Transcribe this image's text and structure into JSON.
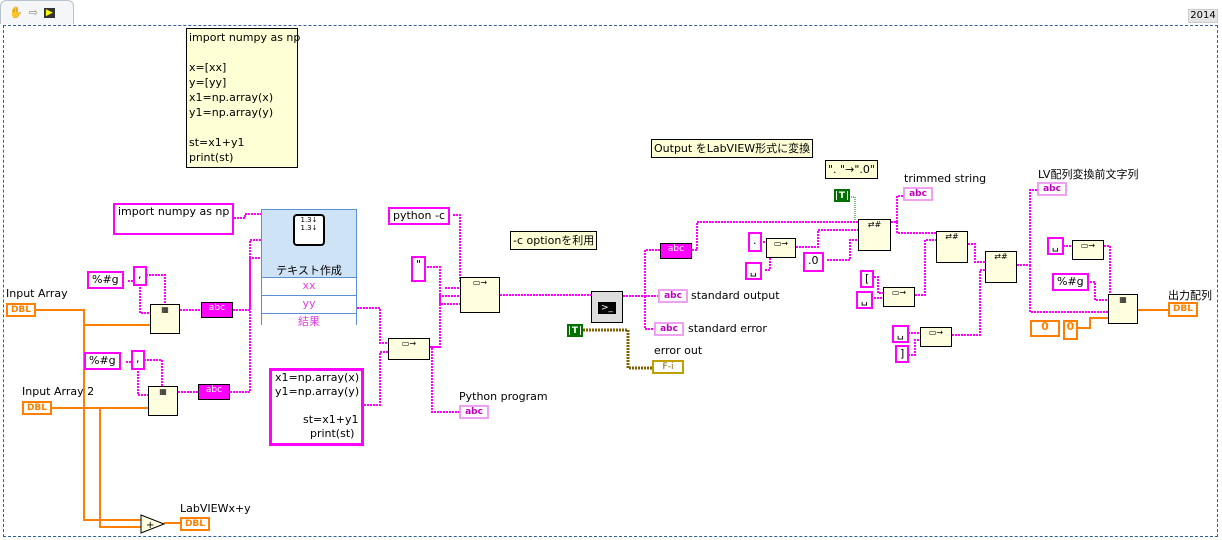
{
  "toolbar": {
    "icons": [
      "hand-icon",
      "arrow-icon",
      "vi-icon"
    ],
    "version": "2014"
  },
  "comments": {
    "python_code": "import numpy as np\n\nx=[xx]\ny=[yy]\nx1=np.array(x)\ny1=np.array(y)\n\nst=x1+y1\nprint(st)",
    "convert_output": "Output をLabVIEW形式に変換",
    "replace_note": "\". \"→\".0\"",
    "c_option": "-c optionを利用"
  },
  "constants": {
    "import_line": "import numpy as np",
    "format1": "%#g",
    "sep1": ",",
    "format2": "%#g",
    "sep2": ",",
    "python_c": "python -c",
    "quote": "\"",
    "code_tail": "x1=np.array(x)\ny1=np.array(y)\n\n        st=x1+y1\n          print(st)",
    "dot": ".",
    "space": "␣",
    "dot_zero": ".0",
    "bracket_open": "[",
    "bracket_close": "]",
    "format3": "%#g",
    "true": "T",
    "zero": "0"
  },
  "express_vi": {
    "title": "テキスト作成",
    "inputs": [
      "xx",
      "yy"
    ],
    "output": "結果"
  },
  "terminals": {
    "input_array": "Input Array",
    "input_array2": "Input Array 2",
    "labview_sum": "LabVIEWx+y",
    "python_program": "Python program",
    "standard_output": "standard output",
    "standard_error": "standard error",
    "error_out": "error out",
    "trimmed_string": "trimmed string",
    "lv_string": "LV配列変換前文字列",
    "output_array": "出力配列",
    "dbl": "DBL",
    "abc": "abc",
    "err": "F-i"
  }
}
